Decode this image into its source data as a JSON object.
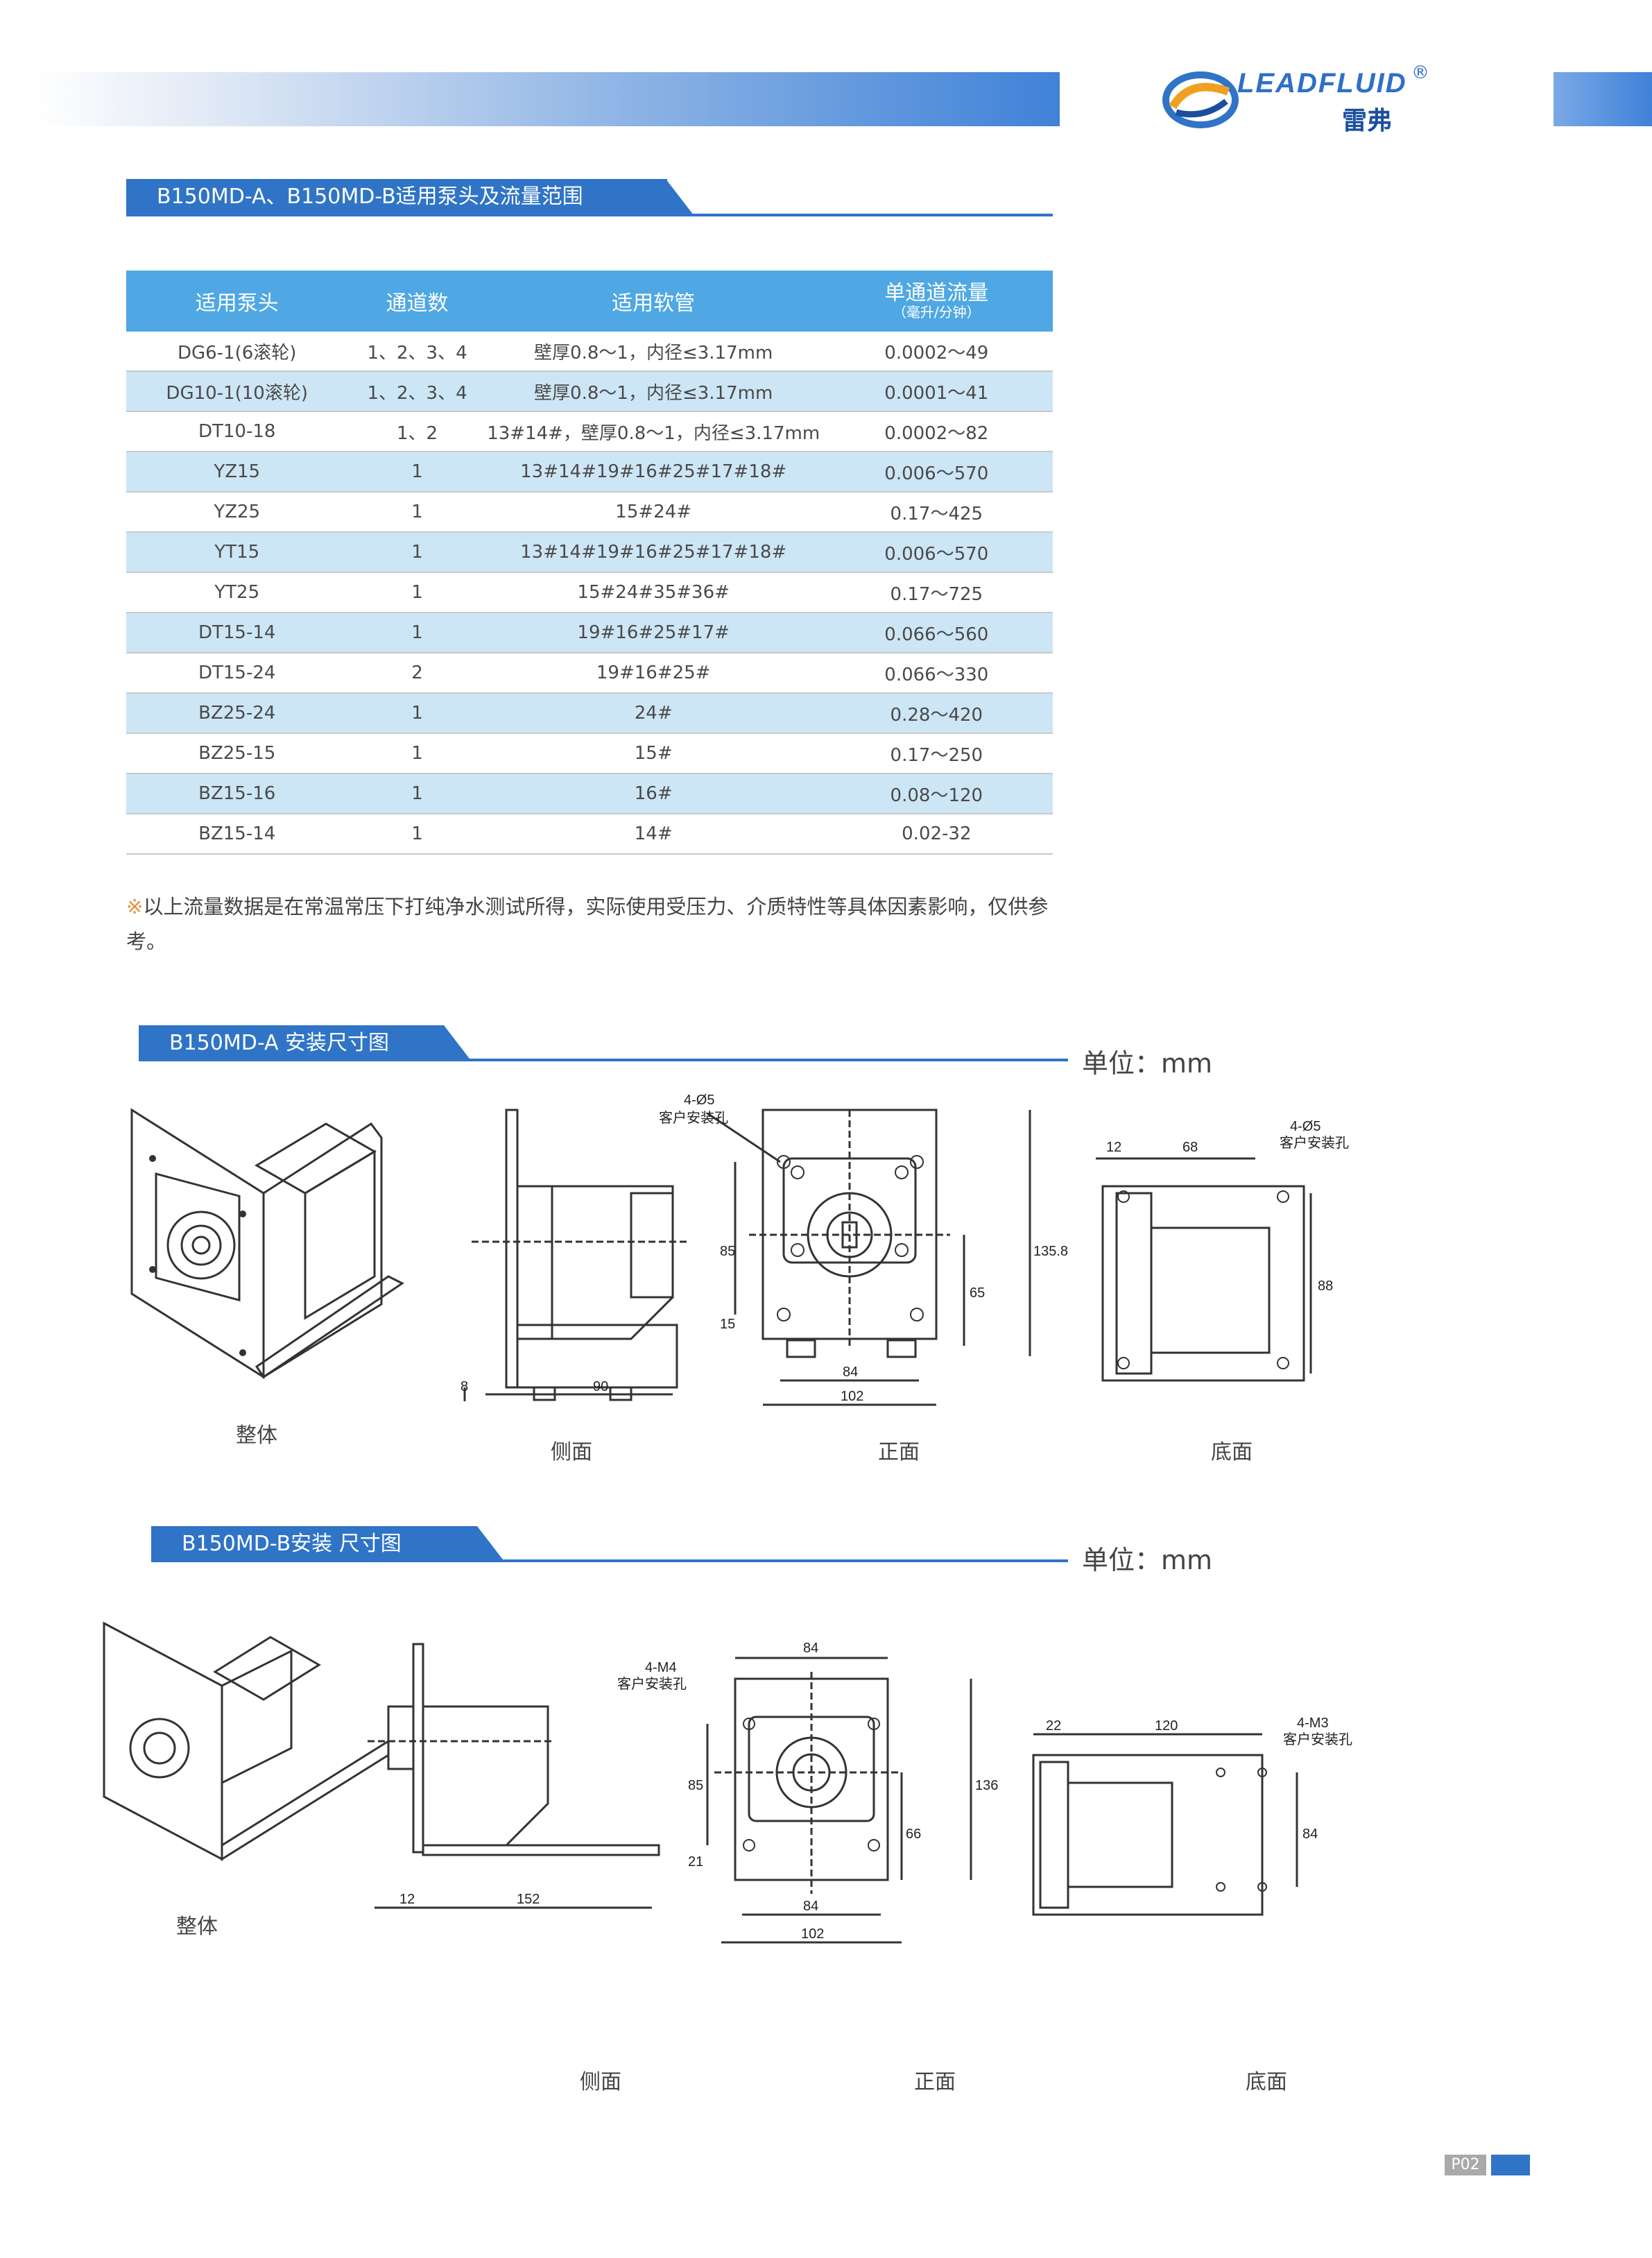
{
  "brand": {
    "name": "LEADFLUID",
    "registered": "®",
    "name_cn": "雷弗"
  },
  "section1": {
    "title": "B150MD-A、B150MD-B适用泵头及流量范围"
  },
  "table": {
    "headers": [
      "适用泵头",
      "通道数",
      "适用软管",
      "单通道流量",
      "（毫升/分钟）"
    ],
    "rows": [
      [
        "DG6-1(6滚轮)",
        "1、2、3、4",
        "壁厚0.8～1，内径≤3.17mm",
        "0.0002～49"
      ],
      [
        "DG10-1(10滚轮)",
        "1、2、3、4",
        "壁厚0.8～1，内径≤3.17mm",
        "0.0001～41"
      ],
      [
        "DT10-18",
        "1、2",
        "13#14#，壁厚0.8～1，内径≤3.17mm",
        "0.0002～82"
      ],
      [
        "YZ15",
        "1",
        "13#14#19#16#25#17#18#",
        "0.006～570"
      ],
      [
        "YZ25",
        "1",
        "15#24#",
        "0.17～425"
      ],
      [
        "YT15",
        "1",
        "13#14#19#16#25#17#18#",
        "0.006～570"
      ],
      [
        "YT25",
        "1",
        "15#24#35#36#",
        "0.17～725"
      ],
      [
        "DT15-14",
        "1",
        "19#16#25#17#",
        "0.066～560"
      ],
      [
        "DT15-24",
        "2",
        "19#16#25#",
        "0.066～330"
      ],
      [
        "BZ25-24",
        "1",
        "24#",
        "0.28～420"
      ],
      [
        "BZ25-15",
        "1",
        "15#",
        "0.17～250"
      ],
      [
        "BZ15-16",
        "1",
        "16#",
        "0.08～120"
      ],
      [
        "BZ15-14",
        "1",
        "14#",
        "0.02-32"
      ]
    ]
  },
  "note": {
    "mark": "※",
    "text": "以上流量数据是在常温常压下打纯净水测试所得，实际使用受压力、介质特性等具体因素影响，仅供参考。"
  },
  "section2": {
    "title": "B150MD-A 安装尺寸图",
    "unit": "单位：mm",
    "captions": [
      "整体",
      "侧面",
      "正面",
      "底面"
    ],
    "side_dims": [
      "8",
      "90"
    ],
    "front_dims": [
      "4-Ø5",
      "客户安装孔",
      "85",
      "15",
      "65",
      "135.8",
      "84",
      "102"
    ],
    "bottom_dims": [
      "12",
      "68",
      "4-Ø5",
      "客户安装孔",
      "88"
    ]
  },
  "section3": {
    "title": "B150MD-B安装 尺寸图",
    "unit": "单位：mm",
    "captions": [
      "整体",
      "侧面",
      "正面",
      "底面"
    ],
    "side_dims": [
      "12",
      "152"
    ],
    "front_dims": [
      "84",
      "4-M4",
      "客户安装孔",
      "85",
      "21",
      "66",
      "136",
      "84",
      "102"
    ],
    "bottom_dims": [
      "22",
      "120",
      "4-M3",
      "客户安装孔",
      "84"
    ]
  },
  "footer": {
    "page": "P02"
  },
  "colors": {
    "accent": "#2f74c6",
    "table_header": "#4fa8e3",
    "table_alt_row": "#cde6f6",
    "note_mark": "#e5943a"
  }
}
